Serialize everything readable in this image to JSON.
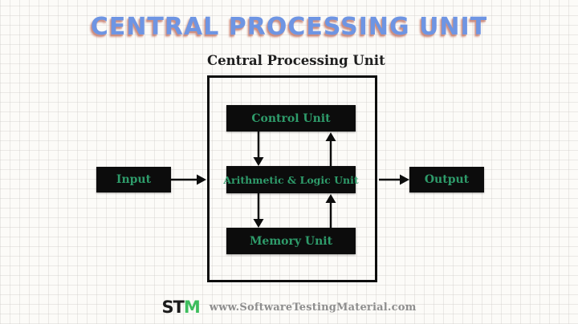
{
  "title": "CENTRAL PROCESSING UNIT",
  "diagram": {
    "label": "Central Processing Unit",
    "boxes": {
      "control": "Control Unit",
      "alu": "Arithmetic & Logic Unit",
      "memory": "Memory Unit",
      "input": "Input",
      "output": "Output"
    }
  },
  "footer": {
    "logo_st": "ST",
    "logo_m": "M",
    "url": "www.SoftwareTestingMaterial.com"
  },
  "colors": {
    "title_blue": "#6e95e3",
    "title_shadow": "#c77c6c",
    "box_bg": "#0c0c0c",
    "box_text_green": "#2e9b6a",
    "label_dark": "#1e1e1e",
    "arrow": "#0c0c0c",
    "footer_gray": "#8e8e8e",
    "logo_green": "#3dbd5d",
    "background": "#fcfbf8"
  }
}
